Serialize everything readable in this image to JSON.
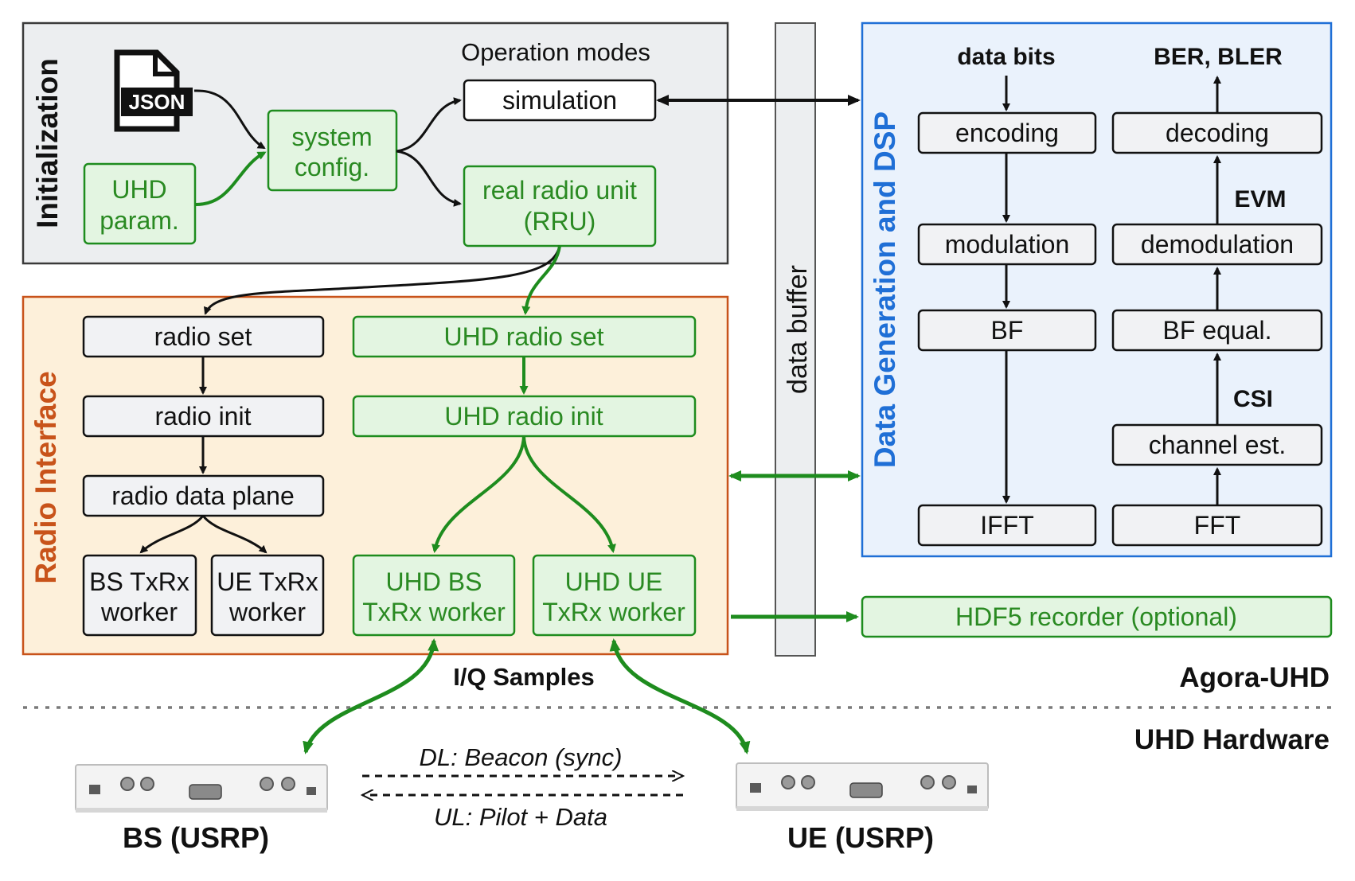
{
  "initialization": {
    "title": "Initialization",
    "json_badge": "JSON",
    "uhd_param": [
      "UHD",
      "param."
    ],
    "system_config": [
      "system",
      "config."
    ],
    "operation_modes": "Operation modes",
    "simulation": "simulation",
    "rru": [
      "real radio unit",
      "(RRU)"
    ]
  },
  "radio_interface": {
    "title": "Radio Interface",
    "generic": {
      "radio_set": "radio set",
      "radio_init": "radio init",
      "radio_data_plane": "radio data plane",
      "bs_worker": [
        "BS TxRx",
        "worker"
      ],
      "ue_worker": [
        "UE TxRx",
        "worker"
      ]
    },
    "uhd": {
      "radio_set": "UHD radio set",
      "radio_init": "UHD radio init",
      "bs_worker": [
        "UHD BS",
        "TxRx worker"
      ],
      "ue_worker": [
        "UHD UE",
        "TxRx worker"
      ]
    }
  },
  "data_buffer": "data buffer",
  "dsp": {
    "title": "Data Generation and DSP",
    "tx_input": "data bits",
    "rx_output": "BER, BLER",
    "encoding": "encoding",
    "modulation": "modulation",
    "bf": "BF",
    "ifft": "IFFT",
    "decoding": "decoding",
    "demodulation": "demodulation",
    "bf_equal": "BF equal.",
    "channel_est": "channel est.",
    "fft": "FFT",
    "evm": "EVM",
    "csi": "CSI"
  },
  "hdf5_recorder": "HDF5 recorder (optional)",
  "iq_samples": "I/Q Samples",
  "agora_uhd": "Agora-UHD",
  "uhd_hardware": "UHD Hardware",
  "links": {
    "downlink": "DL: Beacon (sync)",
    "uplink": "UL: Pilot + Data"
  },
  "devices": {
    "bs": "BS (USRP)",
    "ue": "UE (USRP)"
  },
  "colors": {
    "green_stroke": "#1e8c1e",
    "green_fill": "#e3f5e1",
    "green_text": "#2a8a22",
    "gray_fill": "#f1f2f4",
    "panel_gray": "#eceef0",
    "orange_stroke": "#c8531a",
    "orange_fill": "#fdf0da",
    "blue_stroke": "#1f6fd6",
    "blue_fill": "#eaf2fc"
  }
}
